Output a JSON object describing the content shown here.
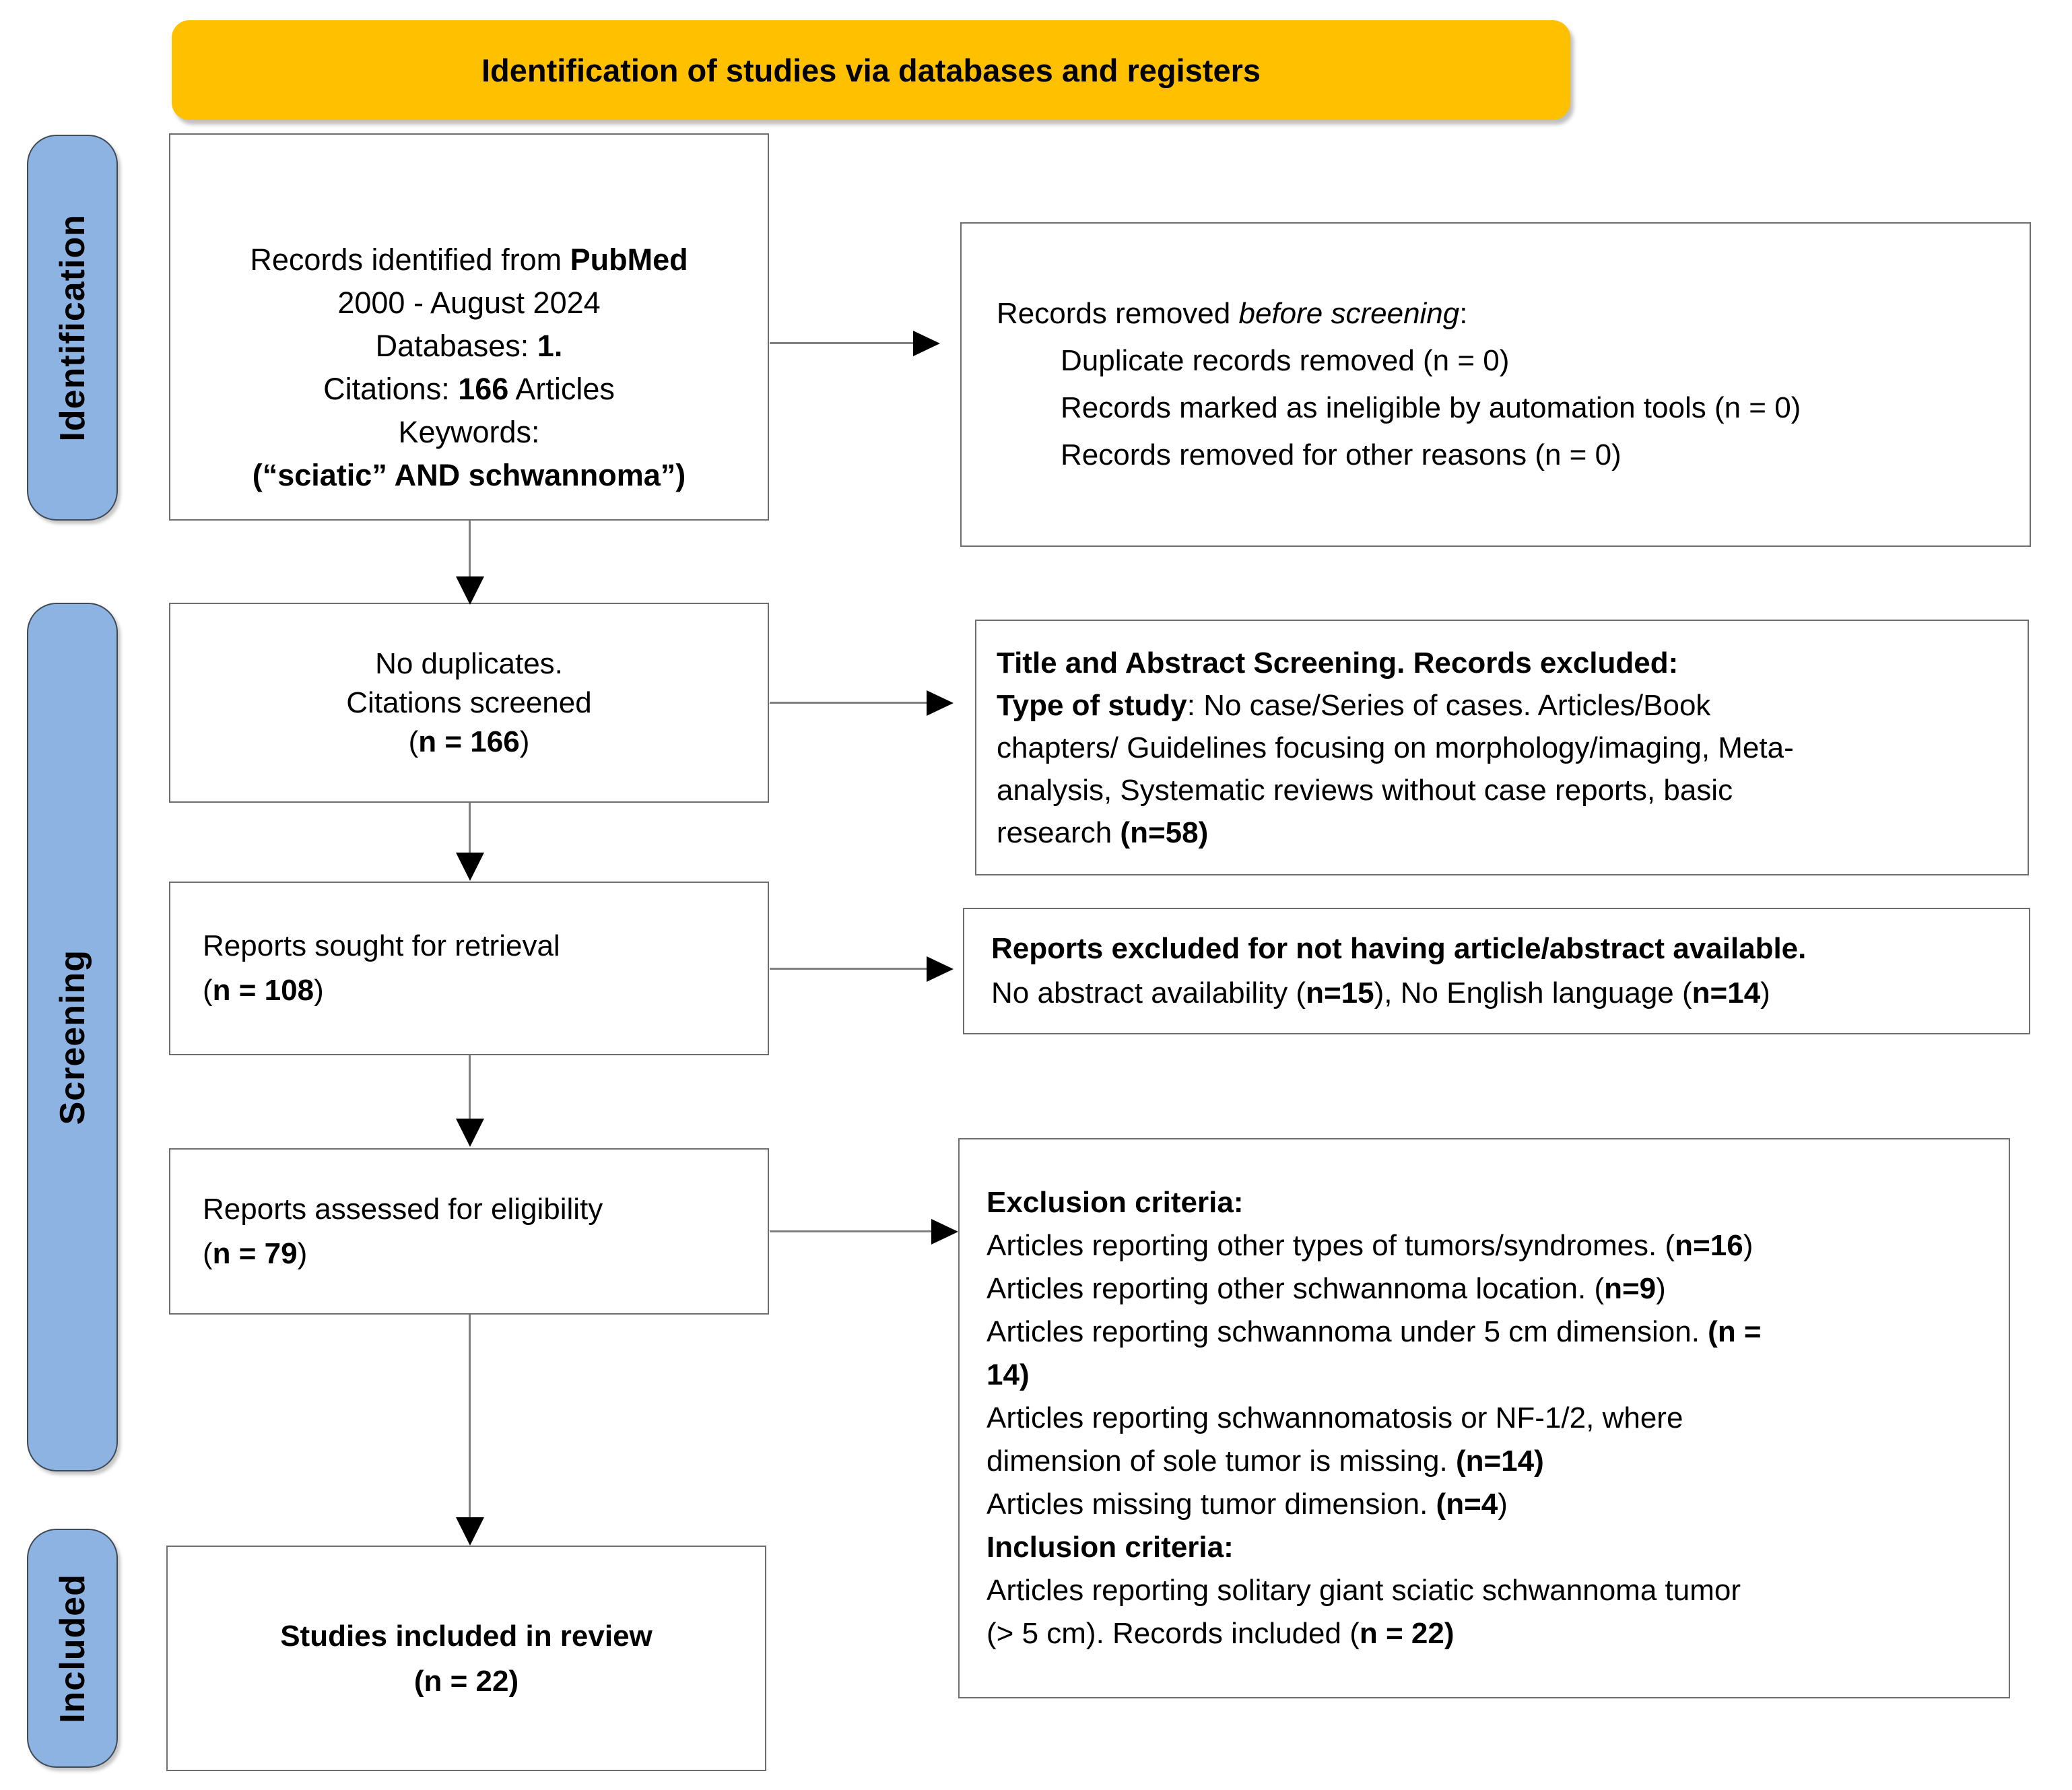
{
  "title": "PRISMA flow diagram - Identification of studies via databases and registers",
  "colors": {
    "banner_bg": "#FFC000",
    "stage_bar_bg": "#8DB3E2",
    "box_border": "#6e6e6e",
    "arrow_shaft": "#808080",
    "arrow_head": "#000000",
    "text": "#000000",
    "background": "#ffffff"
  },
  "banner": {
    "label": "Identification of studies via databases and registers"
  },
  "stages": [
    {
      "id": "identification",
      "label": "Identification"
    },
    {
      "id": "screening",
      "label": "Screening"
    },
    {
      "id": "included",
      "label": "Included"
    }
  ],
  "boxes": {
    "records_identified": {
      "lines": [
        {
          "seg": [
            {
              "t": "Records identified from "
            },
            {
              "t": "PubMed",
              "b": true
            }
          ]
        },
        {
          "seg": [
            {
              "t": "2000 - August 2024"
            }
          ]
        },
        {
          "seg": [
            {
              "t": "Databases: "
            },
            {
              "t": "1.",
              "b": true
            }
          ]
        },
        {
          "seg": [
            {
              "t": "Citations: "
            },
            {
              "t": "166",
              "b": true
            },
            {
              "t": " Articles"
            }
          ]
        },
        {
          "seg": [
            {
              "t": "Keywords:"
            }
          ]
        },
        {
          "seg": [
            {
              "t": "(“sciatic” AND schwannoma”)",
              "b": true
            }
          ]
        }
      ]
    },
    "records_removed": {
      "lines": [
        {
          "seg": [
            {
              "t": "Records removed "
            },
            {
              "t": "before screening",
              "i": true
            },
            {
              "t": ":"
            }
          ]
        },
        {
          "ind": true,
          "seg": [
            {
              "t": "Duplicate records removed (n = 0)"
            }
          ]
        },
        {
          "ind": true,
          "seg": [
            {
              "t": "Records marked as ineligible by automation tools (n = 0)"
            }
          ]
        },
        {
          "ind": true,
          "seg": [
            {
              "t": "Records removed for other reasons (n = 0)"
            }
          ]
        }
      ]
    },
    "citations_screened": {
      "lines": [
        {
          "seg": [
            {
              "t": "No duplicates."
            }
          ]
        },
        {
          "seg": [
            {
              "t": "Citations screened"
            }
          ]
        },
        {
          "seg": [
            {
              "t": "("
            },
            {
              "t": "n = 166",
              "b": true
            },
            {
              "t": ")"
            }
          ]
        }
      ]
    },
    "title_abstract_screening": {
      "lines": [
        {
          "seg": [
            {
              "t": "Title and Abstract Screening. Records excluded:",
              "b": true
            }
          ]
        },
        {
          "seg": [
            {
              "t": "Type of study",
              "b": true
            },
            {
              "t": ": No case/Series of cases. Articles/Book"
            }
          ]
        },
        {
          "seg": [
            {
              "t": "chapters/ Guidelines focusing on morphology/imaging, Meta-"
            }
          ]
        },
        {
          "seg": [
            {
              "t": "analysis, Systematic reviews without case reports, basic"
            }
          ]
        },
        {
          "seg": [
            {
              "t": "research "
            },
            {
              "t": "(n=58)",
              "b": true
            }
          ]
        }
      ]
    },
    "reports_sought": {
      "lines": [
        {
          "seg": [
            {
              "t": "Reports sought for retrieval"
            }
          ]
        },
        {
          "seg": [
            {
              "t": "("
            },
            {
              "t": "n = 108",
              "b": true
            },
            {
              "t": ")"
            }
          ]
        }
      ]
    },
    "reports_excluded": {
      "lines": [
        {
          "seg": [
            {
              "t": "Reports excluded for not having article/abstract available.",
              "b": true
            }
          ]
        },
        {
          "seg": [
            {
              "t": "No abstract availability ("
            },
            {
              "t": "n=15",
              "b": true
            },
            {
              "t": "), No English language ("
            },
            {
              "t": "n=14",
              "b": true
            },
            {
              "t": ")"
            }
          ]
        }
      ]
    },
    "reports_assessed": {
      "lines": [
        {
          "seg": [
            {
              "t": "Reports assessed for eligibility"
            }
          ]
        },
        {
          "seg": [
            {
              "t": "("
            },
            {
              "t": "n = 79",
              "b": true
            },
            {
              "t": ")"
            }
          ]
        }
      ]
    },
    "criteria": {
      "lines": [
        {
          "seg": [
            {
              "t": "Exclusion criteria:",
              "b": true
            }
          ]
        },
        {
          "seg": [
            {
              "t": "Articles reporting other types of tumors/syndromes. ("
            },
            {
              "t": "n=16",
              "b": true
            },
            {
              "t": ")"
            }
          ]
        },
        {
          "seg": [
            {
              "t": "Articles reporting other schwannoma location. ("
            },
            {
              "t": "n=9",
              "b": true
            },
            {
              "t": ")"
            }
          ]
        },
        {
          "seg": [
            {
              "t": "Articles reporting schwannoma under 5 cm dimension. "
            },
            {
              "t": "(n =",
              "b": true
            }
          ]
        },
        {
          "seg": [
            {
              "t": "14)",
              "b": true
            }
          ]
        },
        {
          "seg": [
            {
              "t": "Articles reporting schwannomatosis or NF-1/2, where"
            }
          ]
        },
        {
          "seg": [
            {
              "t": "dimension of sole tumor is missing. "
            },
            {
              "t": "(n=14)",
              "b": true
            }
          ]
        },
        {
          "seg": [
            {
              "t": "Articles missing tumor dimension. "
            },
            {
              "t": "(n=4",
              "b": true
            },
            {
              "t": ")"
            }
          ]
        },
        {
          "seg": [
            {
              "t": "Inclusion criteria:",
              "b": true
            }
          ]
        },
        {
          "seg": [
            {
              "t": "Articles reporting solitary giant sciatic schwannoma tumor"
            }
          ]
        },
        {
          "seg": [
            {
              "t": "(> 5 cm). Records included ("
            },
            {
              "t": "n = 22)",
              "b": true
            }
          ]
        }
      ]
    },
    "studies_included": {
      "lines": [
        {
          "seg": [
            {
              "t": "Studies included in review",
              "b": true
            }
          ]
        },
        {
          "seg": [
            {
              "t": "(n = 22)",
              "b": true
            }
          ]
        }
      ]
    }
  }
}
